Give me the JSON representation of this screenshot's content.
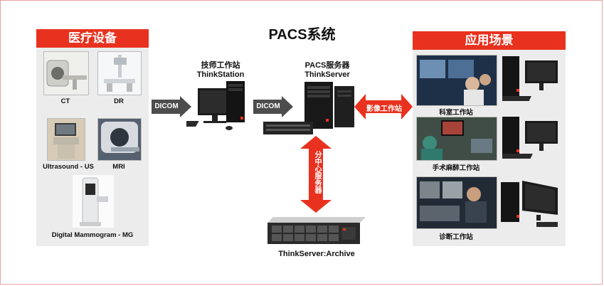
{
  "title": "PACS系统",
  "left_panel": {
    "heading": "医疗设备",
    "devices": [
      {
        "label": "CT"
      },
      {
        "label": "DR"
      },
      {
        "label": "Ultrasound - US"
      },
      {
        "label": "MRI"
      },
      {
        "label": "Digital Mammogram - MG"
      }
    ]
  },
  "workstation": {
    "line1": "技师工作站",
    "line2": "ThinkStation"
  },
  "server": {
    "line1": "PACS服务器",
    "line2": "ThinkServer"
  },
  "archive": {
    "label": "ThinkServer:Archive"
  },
  "arrows": {
    "dicom_left": "DICOM",
    "dicom_right": "DICOM",
    "imaging_workstation": "影像工作站",
    "sub_center_server": "分中心服务器"
  },
  "right_panel": {
    "heading": "应用场景",
    "scenes": [
      {
        "label": "科室工作站"
      },
      {
        "label": "手术麻醉工作站"
      },
      {
        "label": "诊断工作站"
      }
    ]
  },
  "colors": {
    "accent": "#e8321f",
    "arrow_gray": "#4d4d4d",
    "panel_bg": "#ececec"
  }
}
